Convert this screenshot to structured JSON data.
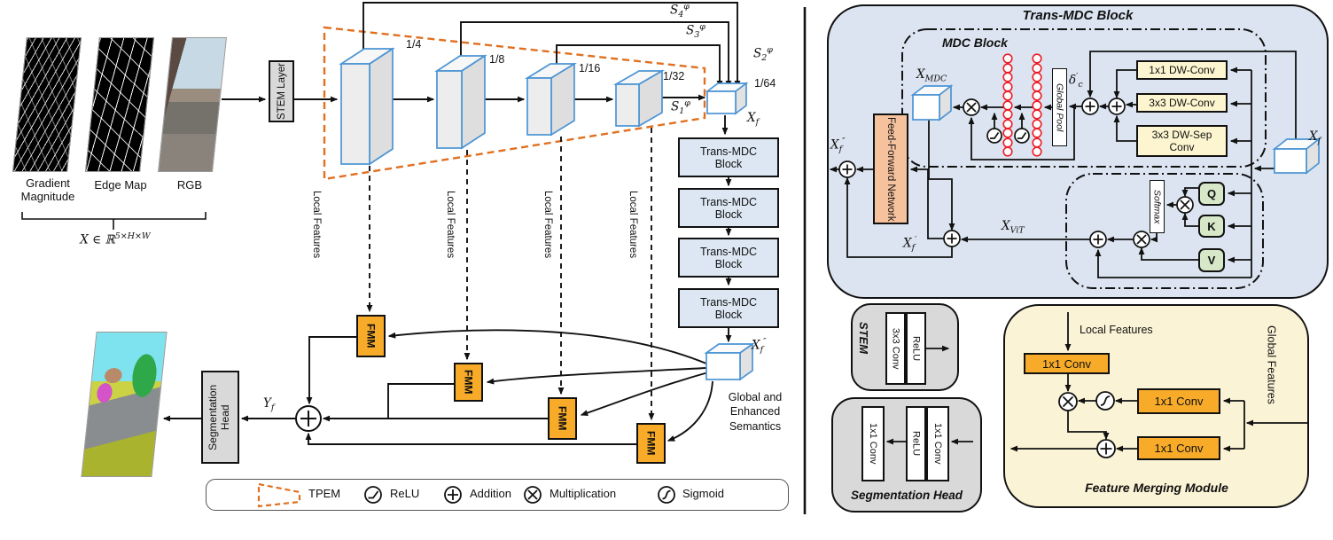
{
  "left": {
    "input_labels": [
      "Gradient Magnitude",
      "Edge Map",
      "RGB"
    ],
    "input_formula": [
      {
        "t": "X ∈ ℝ",
        "k": "b"
      },
      {
        "t": "5×H×W",
        "k": "sup"
      }
    ],
    "stem_layer": "STEM Layer",
    "scales": [
      "1/4",
      "1/8",
      "1/16",
      "1/32",
      "1/64"
    ],
    "s4": [
      {
        "t": "S",
        "k": "b"
      },
      {
        "t": "4",
        "k": "sub"
      },
      {
        "t": "φ",
        "k": "sup"
      }
    ],
    "s3": [
      {
        "t": "S",
        "k": "b"
      },
      {
        "t": "3",
        "k": "sub"
      },
      {
        "t": "φ",
        "k": "sup"
      }
    ],
    "s2": [
      {
        "t": "S",
        "k": "b"
      },
      {
        "t": "2",
        "k": "sub"
      },
      {
        "t": "φ",
        "k": "sup"
      }
    ],
    "s1": [
      {
        "t": "S",
        "k": "b"
      },
      {
        "t": "1",
        "k": "sub"
      },
      {
        "t": "φ",
        "k": "sup"
      }
    ],
    "xf": [
      {
        "t": "X",
        "k": "b"
      },
      {
        "t": "f",
        "k": "sub"
      }
    ],
    "xf2": [
      {
        "t": "X",
        "k": "b"
      },
      {
        "t": "f",
        "k": "sub"
      },
      {
        "t": "″",
        "k": "sup"
      }
    ],
    "yf": [
      {
        "t": "Y",
        "k": "b"
      },
      {
        "t": "f",
        "k": "sub"
      }
    ],
    "trans_mdc_label": "Trans-MDC Block",
    "local_features": "Local Features",
    "fmm": "FMM",
    "global_caption": [
      "Global and",
      "Enhanced",
      "Semantics"
    ],
    "seg_head": "Segmentation Head",
    "legend": [
      {
        "icon": "tpem-icon",
        "label": "TPEM"
      },
      {
        "icon": "relu-icon",
        "label": "ReLU"
      },
      {
        "icon": "addition-icon",
        "label": "Addition"
      },
      {
        "icon": "multiplication-icon",
        "label": "Multiplication"
      },
      {
        "icon": "sigmoid-icon",
        "label": "Sigmoid"
      }
    ]
  },
  "right": {
    "title": "Trans-MDC Block",
    "mdc_title": "MDC Block",
    "x_mdc": [
      {
        "t": "X",
        "k": "b"
      },
      {
        "t": "MDC",
        "k": "sub"
      }
    ],
    "global_pool": "Global Pool",
    "delta": [
      {
        "t": "δ",
        "k": "b"
      },
      {
        "t": "′",
        "k": "sup"
      },
      {
        "t": "c",
        "k": "sub"
      }
    ],
    "convs": [
      "1x1 DW-Conv",
      "3x3 DW-Conv",
      "3x3 DW-Sep Conv"
    ],
    "ffn": "Feed-Forward Network",
    "softmax": "Softmax",
    "qkv": [
      "Q",
      "K",
      "V"
    ],
    "x_vit": [
      {
        "t": "X",
        "k": "b"
      },
      {
        "t": "ViT",
        "k": "sub"
      }
    ],
    "xf": [
      {
        "t": "X",
        "k": "b"
      },
      {
        "t": "f",
        "k": "sub"
      }
    ],
    "xf1": [
      {
        "t": "X",
        "k": "b"
      },
      {
        "t": "f",
        "k": "sub"
      },
      {
        "t": "′",
        "k": "sup"
      }
    ],
    "xf2": [
      {
        "t": "X",
        "k": "b"
      },
      {
        "t": "f",
        "k": "sub"
      },
      {
        "t": "″",
        "k": "sup"
      }
    ],
    "stem_module": {
      "title": "STEM",
      "boxes": [
        "3x3 Conv",
        "ReLU"
      ]
    },
    "seghead_module": {
      "title": "Segmentation Head",
      "boxes": [
        "1x1 Conv",
        "ReLU",
        "1x1 Conv"
      ]
    },
    "fmm_module": {
      "title": "Feature Merging Module",
      "local": "Local Features",
      "global": "Global Features",
      "convs": [
        "1x1 Conv",
        "1x1 Conv",
        "1x1 Conv"
      ]
    }
  },
  "colors": {
    "panel_blue": "#dbe4f0",
    "block_blue": "#dce7f3",
    "pale_yellow": "#fcf5cf",
    "orange": "#f7ab29",
    "peach": "#f6c29e",
    "green": "#d7e8c9",
    "gray": "#d9d9d9",
    "cream": "#fbf3d5",
    "tpem_orange": "#e0701f",
    "chain_red": "#ee1c25",
    "cube_edge": "#4b94d4"
  }
}
